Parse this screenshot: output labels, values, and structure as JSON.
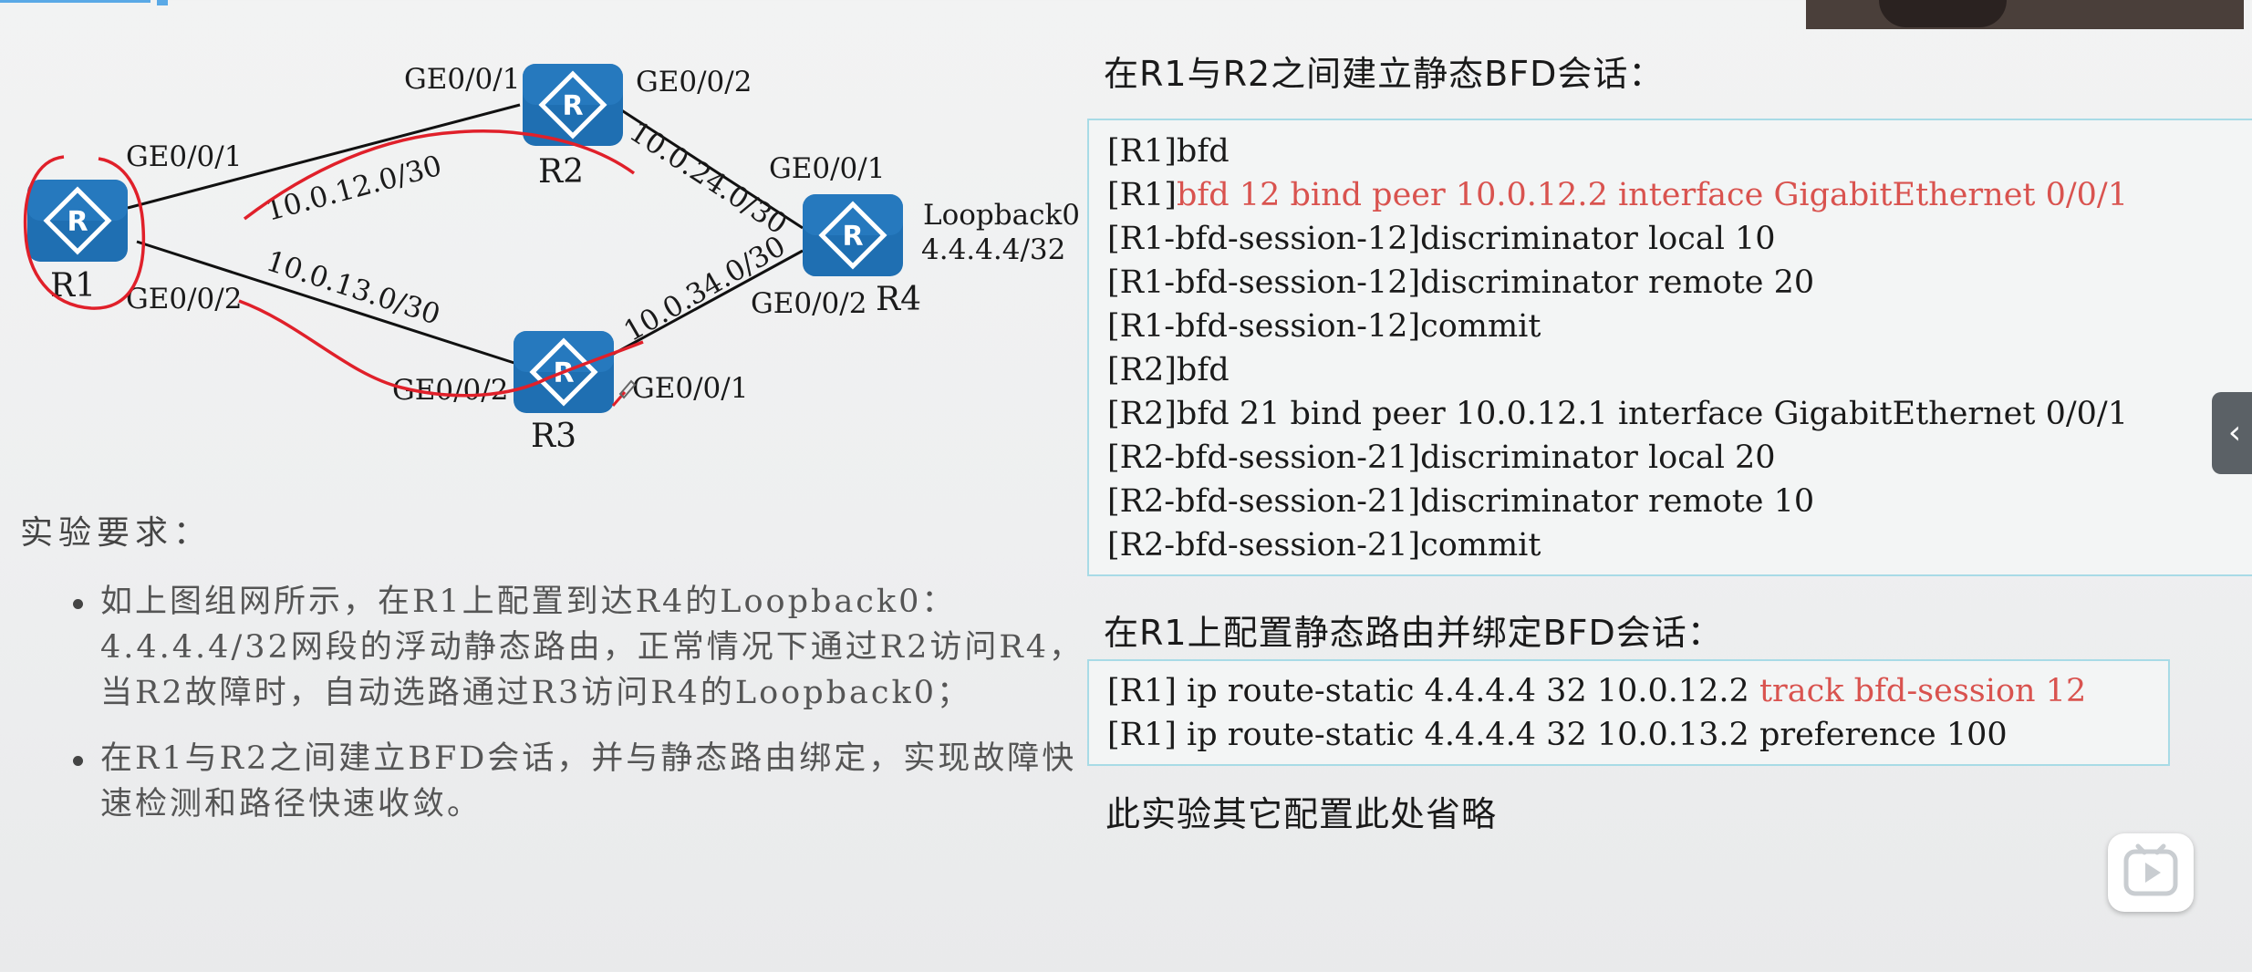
{
  "topology": {
    "routers": [
      {
        "id": "r1",
        "name": "R1"
      },
      {
        "id": "r2",
        "name": "R2"
      },
      {
        "id": "r3",
        "name": "R3"
      },
      {
        "id": "r4",
        "name": "R4"
      }
    ],
    "labels": {
      "r1_ge1": "GE0/0/1",
      "r1_ge2": "GE0/0/2",
      "r2_ge1": "GE0/0/1",
      "r2_ge2": "GE0/0/2",
      "r3_ge2": "GE0/0/2",
      "r3_ge1": "GE0/0/1",
      "r4_ge1": "GE0/0/1",
      "r4_ge2": "GE0/0/2",
      "net_12": "10.0.12.0/30",
      "net_13": "10.0.13.0/30",
      "net_24": "10.0.24.0/30",
      "net_34": "10.0.34.0/30",
      "loopback": "Loopback0",
      "loopback_ip": "4.4.4.4/32"
    }
  },
  "requirements": {
    "title": "实验要求：",
    "items": [
      "如上图组网所示，在R1上配置到达R4的Loopback0：4.4.4.4/32网段的浮动静态路由，正常情况下通过R2访问R4，当R2故障时，自动选路通过R3访问R4的Loopback0；",
      "在R1与R2之间建立BFD会话，并与静态路由绑定，实现故障快速检测和路径快速收敛。"
    ]
  },
  "bfd_section": {
    "title": "在R1与R2之间建立静态BFD会话：",
    "lines": [
      {
        "prefix": "[R1]bfd",
        "highlight": ""
      },
      {
        "prefix": "[R1]",
        "highlight": "bfd 12 bind peer 10.0.12.2 interface GigabitEthernet 0/0/1"
      },
      {
        "prefix": "[R1-bfd-session-12]discriminator local 10",
        "highlight": ""
      },
      {
        "prefix": "[R1-bfd-session-12]discriminator remote 20",
        "highlight": ""
      },
      {
        "prefix": "[R1-bfd-session-12]commit",
        "highlight": ""
      },
      {
        "prefix": "[R2]bfd",
        "highlight": ""
      },
      {
        "prefix": "[R2]bfd 21 bind peer 10.0.12.1 interface GigabitEthernet 0/0/1",
        "highlight": ""
      },
      {
        "prefix": "[R2-bfd-session-21]discriminator local 20",
        "highlight": ""
      },
      {
        "prefix": "[R2-bfd-session-21]discriminator remote 10",
        "highlight": ""
      },
      {
        "prefix": "[R2-bfd-session-21]commit",
        "highlight": ""
      }
    ]
  },
  "route_section": {
    "title": "在R1上配置静态路由并绑定BFD会话：",
    "lines": [
      {
        "prefix": "[R1] ip route-static 4.4.4.4 32 10.0.12.2 ",
        "highlight": "track bfd-session 12"
      },
      {
        "prefix": "[R1] ip route-static 4.4.4.4 32 10.0.13.2 preference 100",
        "highlight": ""
      }
    ]
  },
  "footer_note": "此实验其它配置此处省略",
  "sidebar_toggle": "‹",
  "colors": {
    "highlight": "#d9534f",
    "router_fill": "#1f6fb2",
    "box_border": "#a8dbe6",
    "annotation": "#e0202a"
  }
}
